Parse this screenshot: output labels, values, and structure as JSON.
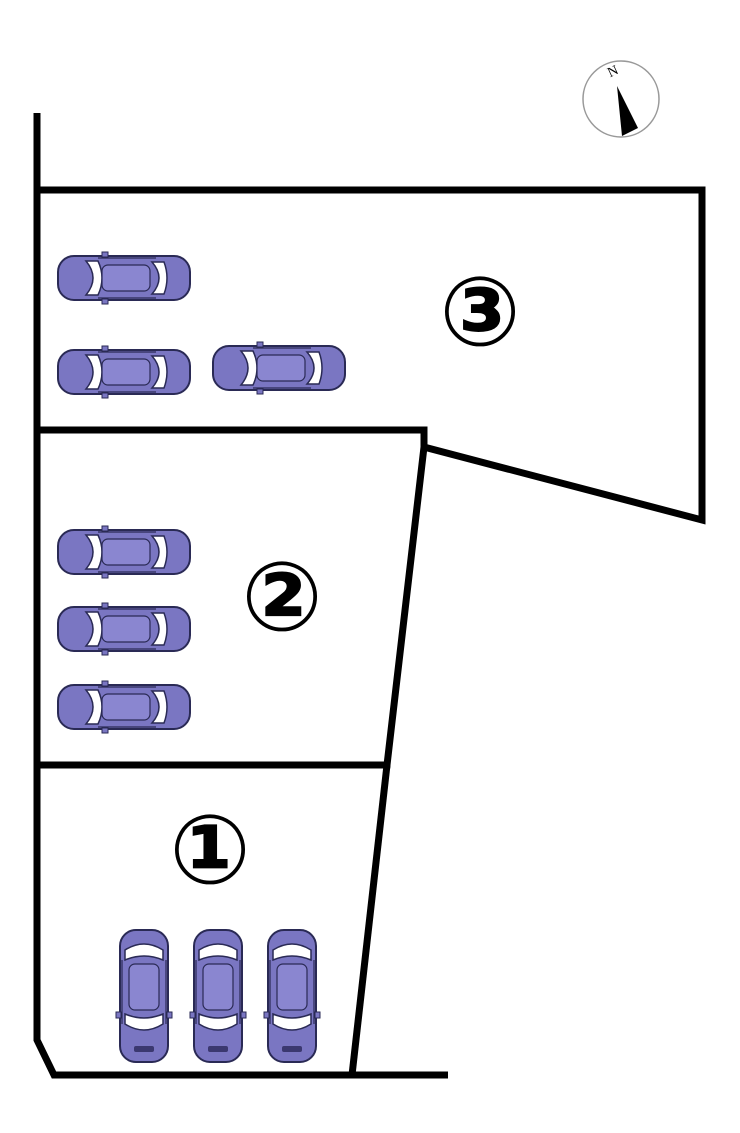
{
  "compass": {
    "label": "N",
    "icon": "north-arrow-icon"
  },
  "lots": [
    {
      "label": "③",
      "cars": 3
    },
    {
      "label": "②",
      "cars": 3
    },
    {
      "label": "①",
      "cars": 3
    }
  ],
  "colors": {
    "line": "#000000",
    "car_body": "#7a76c2",
    "car_glass": "#ffffff",
    "car_outline": "#2a2a55",
    "background": "#ffffff"
  }
}
